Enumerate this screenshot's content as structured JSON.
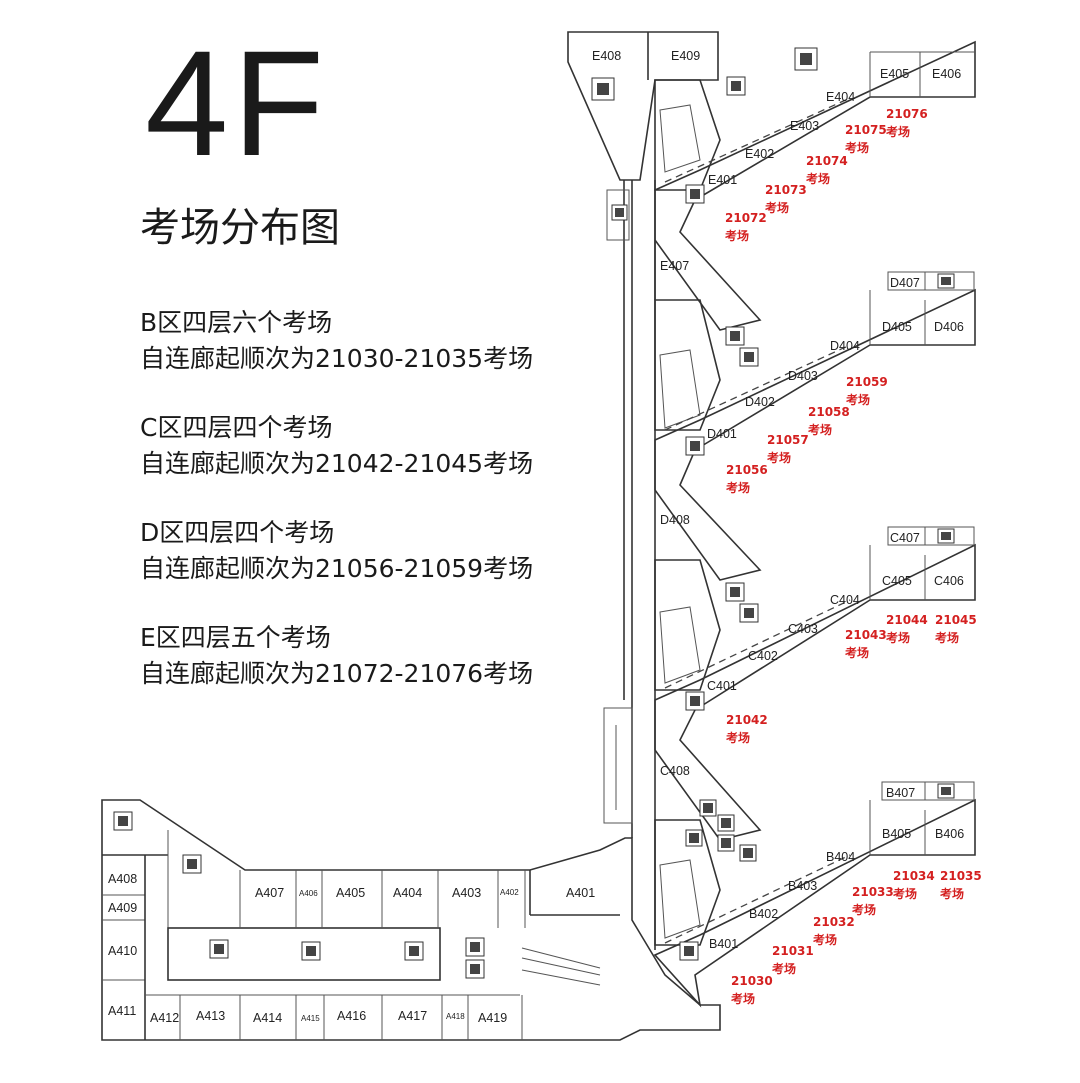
{
  "header": {
    "floor": "4F",
    "subtitle": "考场分布图"
  },
  "notes": [
    {
      "line1": "B区四层六个考场",
      "line2": "自连廊起顺次为21030-21035考场"
    },
    {
      "line1": "C区四层四个考场",
      "line2": "自连廊起顺次为21042-21045考场"
    },
    {
      "line1": "D区四层四个考场",
      "line2": "自连廊起顺次为21056-21059考场"
    },
    {
      "line1": "E区四层五个考场",
      "line2": "自连廊起顺次为21072-21076考场"
    }
  ],
  "exam_word": "考场",
  "rooms": {
    "E408": "E408",
    "E409": "E409",
    "E405": "E405",
    "E406": "E406",
    "E404": "E404",
    "E403": "E403",
    "E402": "E402",
    "E401": "E401",
    "E407": "E407",
    "D407": "D407",
    "D405": "D405",
    "D406": "D406",
    "D404": "D404",
    "D403": "D403",
    "D402": "D402",
    "D401": "D401",
    "D408": "D408",
    "C407": "C407",
    "C405": "C405",
    "C406": "C406",
    "C404": "C404",
    "C403": "C403",
    "C402": "C402",
    "C401": "C401",
    "C408": "C408",
    "B407": "B407",
    "B405": "B405",
    "B406": "B406",
    "B404": "B404",
    "B403": "B403",
    "B402": "B402",
    "B401": "B401",
    "A408": "A408",
    "A409": "A409",
    "A410": "A410",
    "A411": "A411",
    "A412": "A412",
    "A413": "A413",
    "A414": "A414",
    "A415": "A415",
    "A416": "A416",
    "A417": "A417",
    "A418": "A418",
    "A419": "A419",
    "A407": "A407",
    "A406": "A406",
    "A405": "A405",
    "A404": "A404",
    "A403": "A403",
    "A402": "A402",
    "A401": "A401"
  },
  "exam_rooms": {
    "e1": "21072",
    "e2": "21073",
    "e3": "21074",
    "e4": "21075",
    "e5": "21076",
    "d1": "21056",
    "d2": "21057",
    "d3": "21058",
    "d4": "21059",
    "c1": "21042",
    "c2": "21043",
    "c3": "21044",
    "c4": "21045",
    "b1": "21030",
    "b2": "21031",
    "b3": "21032",
    "b4": "21033",
    "b5": "21034",
    "b6": "21035"
  },
  "colors": {
    "exam_label": "#d42020",
    "wall": "#333333",
    "text": "#1a1a1a"
  }
}
